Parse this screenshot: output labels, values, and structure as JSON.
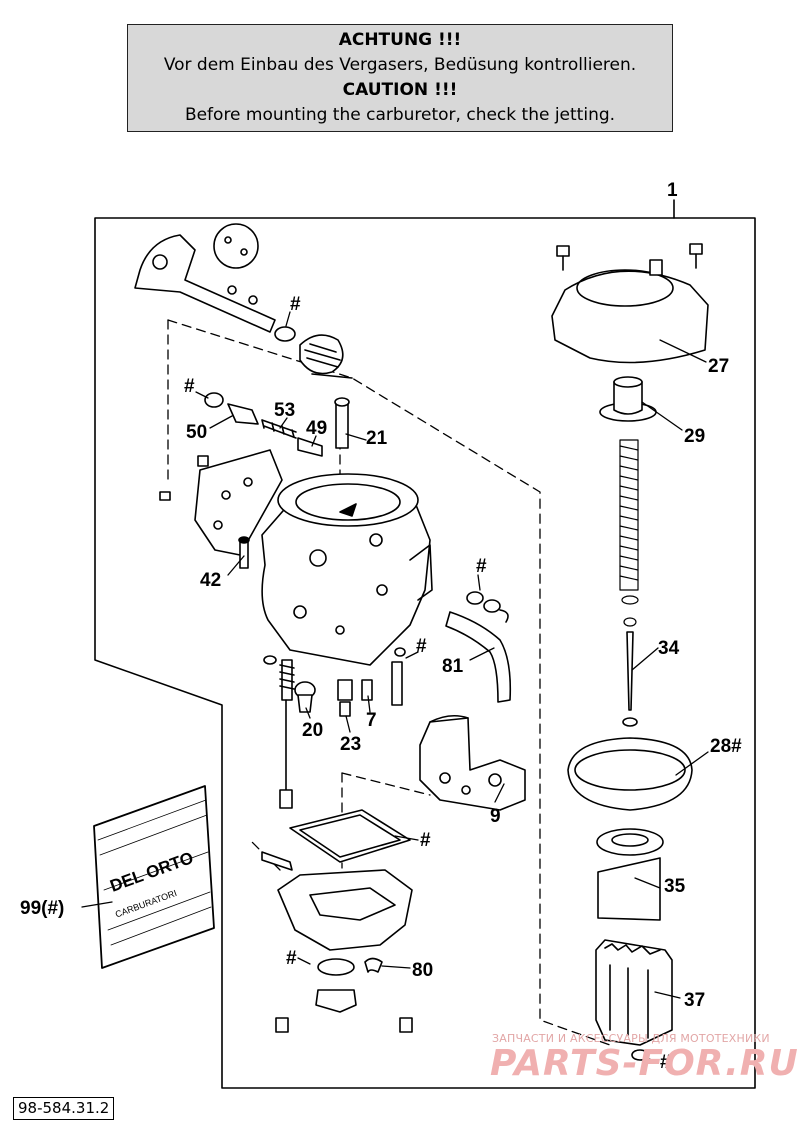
{
  "notice": {
    "de_heading": "ACHTUNG !!!",
    "de_text": "Vor dem Einbau des Vergasers, Bedüsung kontrollieren.",
    "en_heading": "CAUTION !!!",
    "en_text": "Before mounting the carburetor, check the jetting."
  },
  "labels": {
    "assembly": "1",
    "p27": "27",
    "p29": "29",
    "p34": "34",
    "p28": "28#",
    "p35": "35",
    "p37": "37",
    "p50": "50",
    "p53": "53",
    "p49": "49",
    "p21": "21",
    "p42": "42",
    "p81": "81",
    "p20": "20",
    "p23": "23",
    "p7": "7",
    "p9": "9",
    "p80": "80",
    "p99": "99(#)",
    "hash": "#"
  },
  "package_text": {
    "brand": "DEL ORTO",
    "line2": "CARBURATORI"
  },
  "doc_id": "98-584.31.2",
  "watermark": {
    "small": "ЗАПЧАСТИ И АКСЕССУАРЫ ДЛЯ МОТОТЕХНИКИ",
    "big": "PARTS-FOR.RU"
  }
}
